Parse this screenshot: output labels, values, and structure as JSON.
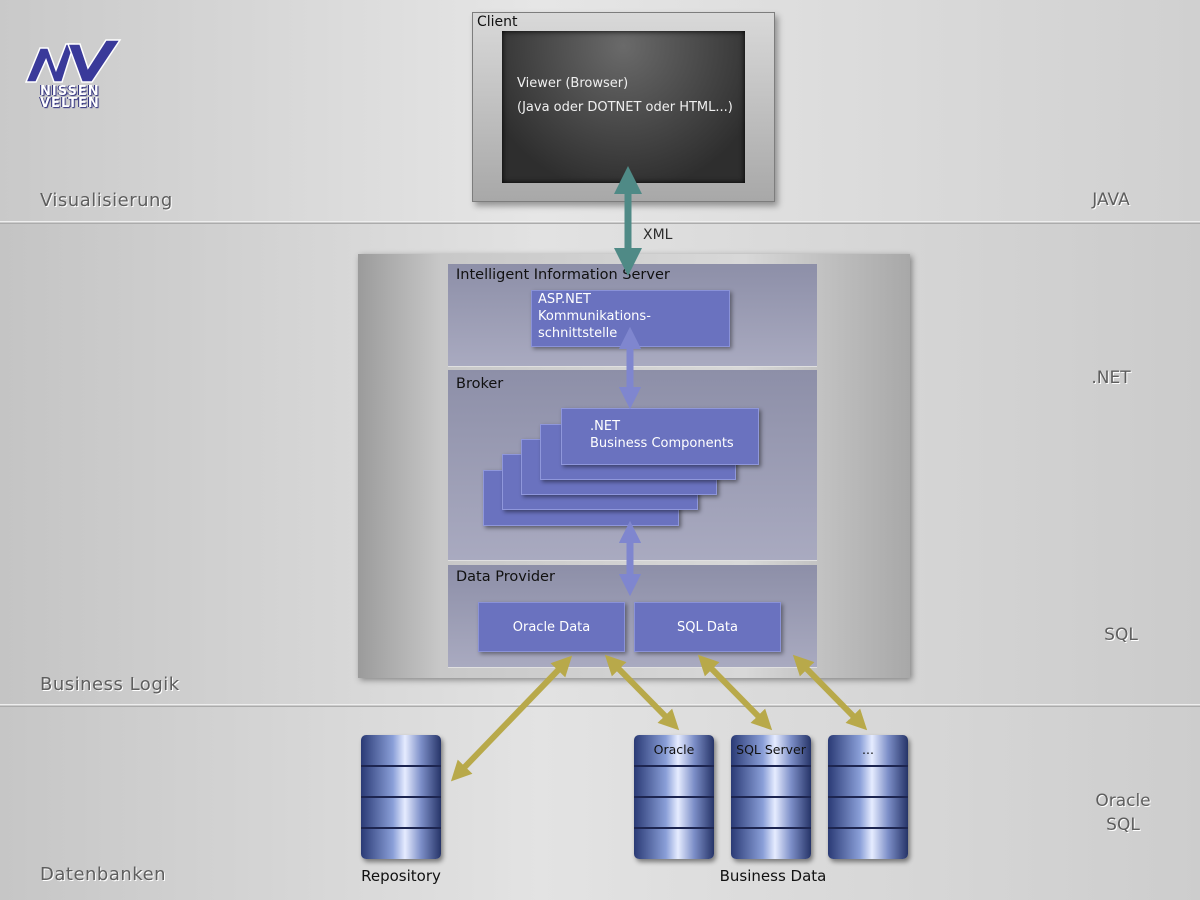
{
  "layers": {
    "visualisierung": "Visualisierung",
    "business_logik": "Business Logik",
    "datenbanken": "Datenbanken"
  },
  "tech": {
    "java": "JAVA",
    "net": ".NET",
    "sql": "SQL",
    "oracle": "Oracle",
    "oracle_sql": "SQL"
  },
  "logo": {
    "line1": "NISSEN",
    "line2": "VELTEN",
    "icon": "nv-logo-icon"
  },
  "client": {
    "title": "Client",
    "line1": "Viewer (Browser)",
    "line2": "(Java oder DOTNET oder HTML...)"
  },
  "xml_label": "XML",
  "server": {
    "iis_title": "Intelligent Information Server",
    "asp_line1": "ASP.NET",
    "asp_line2": "Kommunikations-",
    "asp_line3": "schnittstelle",
    "broker_title": "Broker",
    "bc_line1": ".NET",
    "bc_line2": "Business Components",
    "dp_title": "Data Provider",
    "oracle_data": "Oracle Data",
    "sql_data": "SQL Data"
  },
  "databases": {
    "repository": "Repository",
    "business_data": "Business Data",
    "oracle": "Oracle",
    "sql_server": "SQL Server",
    "more": "..."
  },
  "colors": {
    "box_fill": "#6a72bf",
    "arrow_teal": "#4f8a86",
    "arrow_gold": "#b8a94a",
    "screen": "#3a3a3a"
  }
}
